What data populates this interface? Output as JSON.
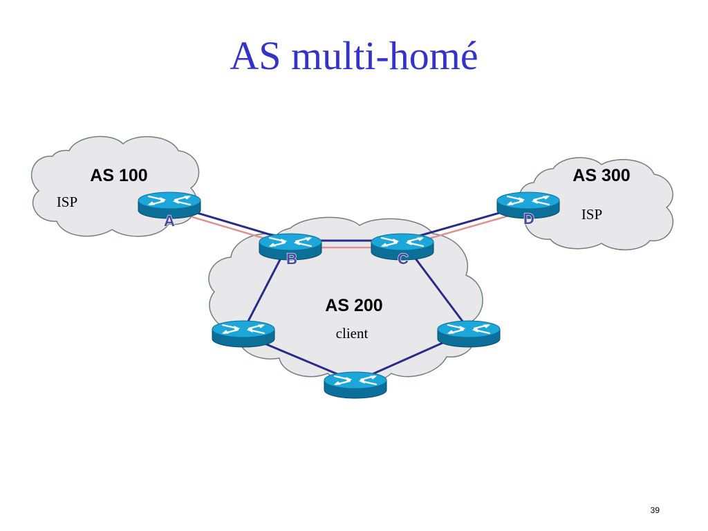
{
  "slide": {
    "title": "AS multi-homé",
    "page_number": "39"
  },
  "clouds": {
    "as100": {
      "label": "AS 100",
      "role": "ISP"
    },
    "as300": {
      "label": "AS 300",
      "role": "ISP"
    },
    "as200": {
      "label": "AS 200",
      "role": "client"
    }
  },
  "routers": {
    "a": "A",
    "b": "B",
    "c": "C",
    "d": "D"
  },
  "colors": {
    "title": "#3333cc",
    "cloud_fill": "#e8e8ea",
    "cloud_stroke": "#6f7f7f",
    "link_blue": "#2a2a8a",
    "link_red": "#e09090",
    "router_top": "#1da6d9",
    "router_side": "#0b6f9a",
    "router_letter": "#4a4aa0"
  },
  "icons": {
    "router": "router-icon",
    "cloud": "cloud-icon"
  }
}
